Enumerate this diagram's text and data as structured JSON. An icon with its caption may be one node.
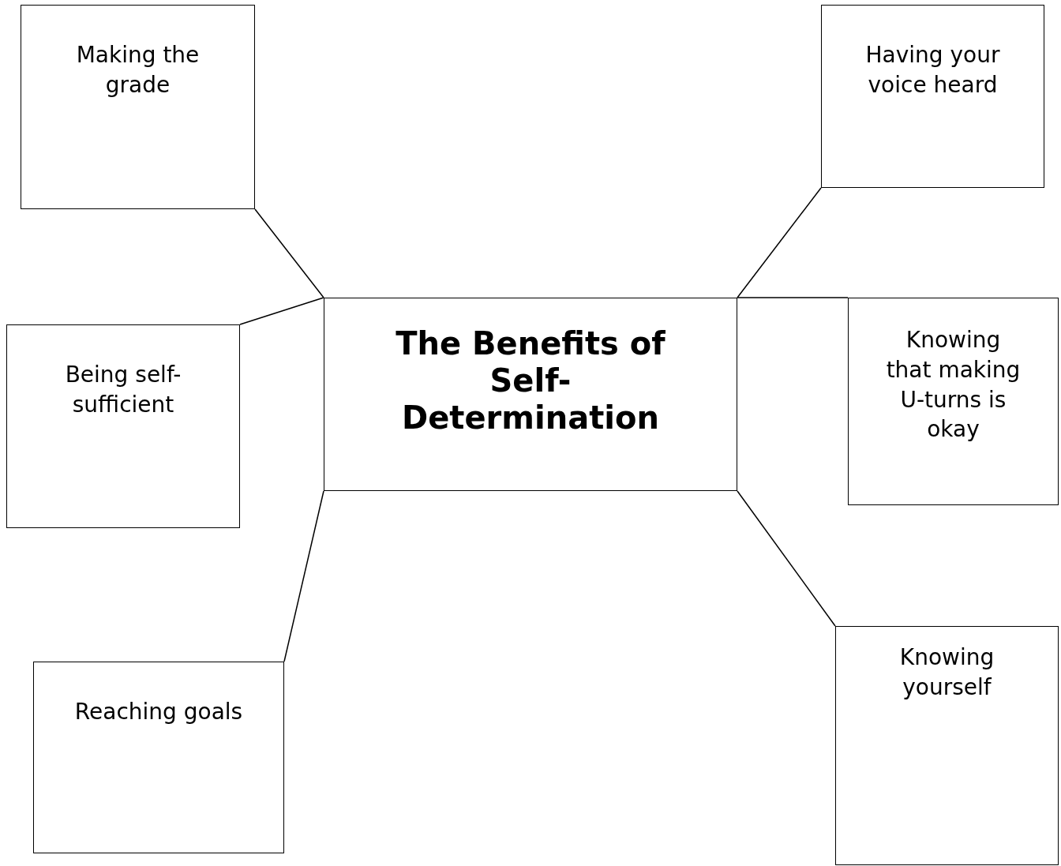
{
  "diagram": {
    "nodes": [
      {
        "text": [
          "Making the grade"
        ]
      },
      {
        "text": [
          "Having your voice heard"
        ]
      },
      {
        "text": [
          "Being self-sufficient"
        ]
      },
      {
        "text": [
          "The Benefits of Self-Determination"
        ]
      },
      {
        "text": [
          "Knowing that making U-turns is okay"
        ]
      },
      {
        "text": [
          "Reaching goals"
        ]
      },
      {
        "text": [
          "Knowing yourself"
        ]
      }
    ],
    "edges": [
      {
        "from": 3,
        "to": 0,
        "arrow": "none"
      },
      {
        "from": 3,
        "to": 1,
        "arrow": "none"
      },
      {
        "from": 3,
        "to": 2,
        "arrow": "none"
      },
      {
        "from": 3,
        "to": 4,
        "arrow": "none"
      },
      {
        "from": 3,
        "to": 5,
        "arrow": "none"
      },
      {
        "from": 3,
        "to": 6,
        "arrow": "none"
      }
    ]
  }
}
